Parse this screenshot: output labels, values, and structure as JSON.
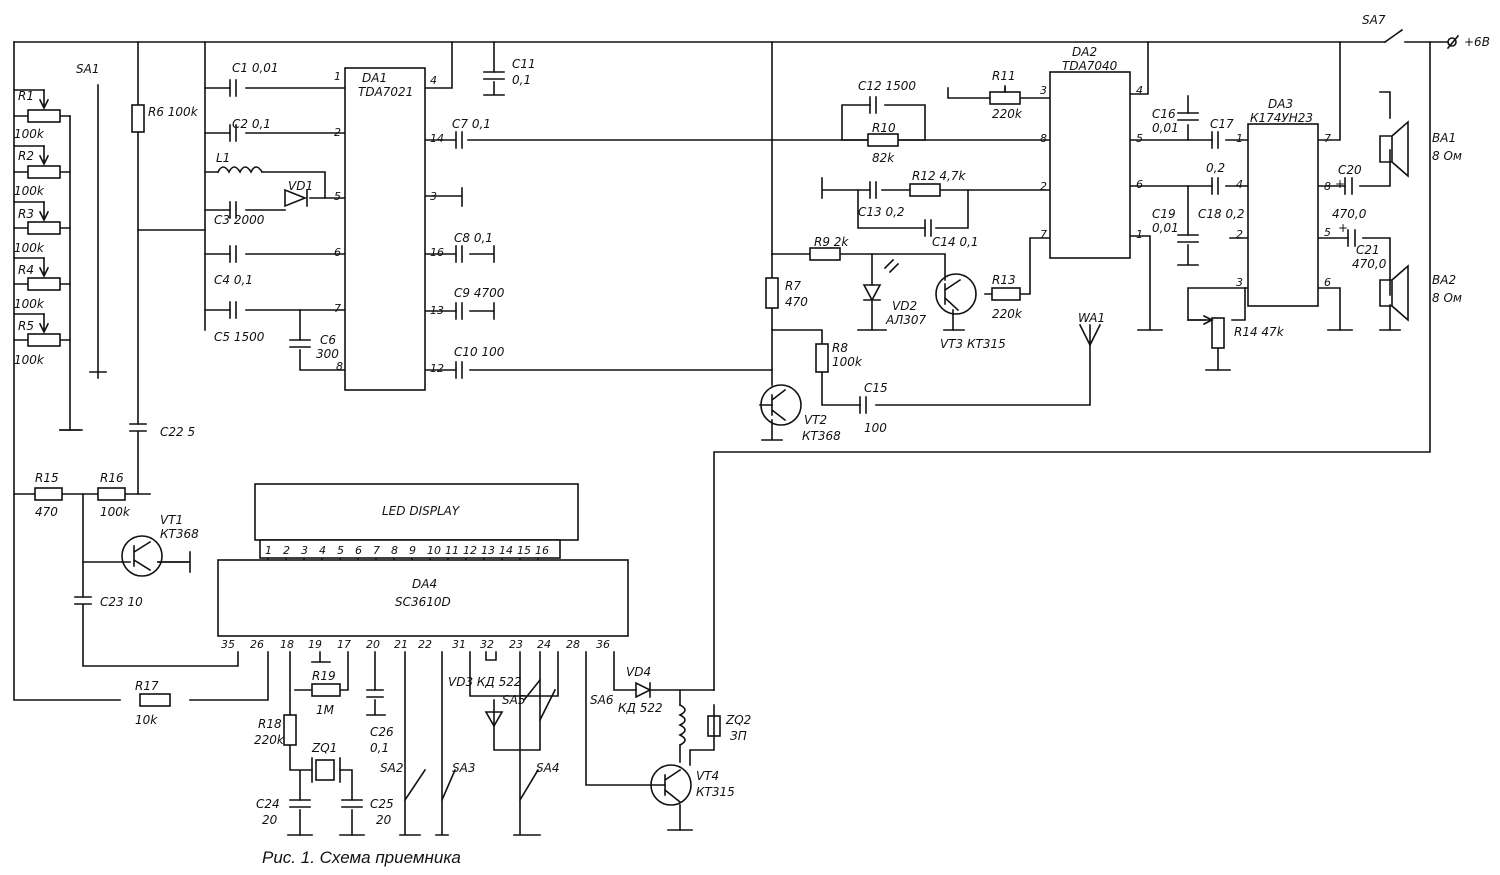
{
  "caption": "Рис. 1. Схема приемника",
  "power_label": "+6В",
  "components": {
    "SA1": "SA1",
    "SA2": "SA2",
    "SA3": "SA3",
    "SA4": "SA4",
    "SA5": "SA5",
    "SA6": "SA6",
    "SA7": "SA7",
    "R1": "R1",
    "R1v": "100k",
    "R2": "R2",
    "R2v": "100k",
    "R3": "R3",
    "R3v": "100k",
    "R4": "R4",
    "R4v": "100k",
    "R5": "R5",
    "R5v": "100k",
    "R6": "R6 100k",
    "R7": "R7",
    "R7v": "470",
    "R8": "R8",
    "R8v": "100k",
    "R9": "R9 2k",
    "R10": "R10",
    "R10v": "82k",
    "R11": "R11",
    "R11v": "220k",
    "R12": "R12 4,7k",
    "R13": "R13",
    "R13v": "220k",
    "R14": "R14 47k",
    "R15": "R15",
    "R15v": "470",
    "R16": "R16",
    "R16v": "100k",
    "R17": "R17",
    "R17v": "10k",
    "R18": "R18",
    "R18v": "220k",
    "R19": "R19",
    "R19v": "1M",
    "C1": "C1 0,01",
    "C2": "C2 0,1",
    "C3": "C3 2000",
    "C4": "C4 0,1",
    "C5": "C5 1500",
    "C6": "C6",
    "C6v": "300",
    "C7": "C7 0,1",
    "C8": "C8 0,1",
    "C9": "C9 4700",
    "C10": "C10 100",
    "C11": "C11",
    "C11v": "0,1",
    "C12": "C12 1500",
    "C13": "C13 0,2",
    "C14": "C14 0,1",
    "C15": "C15",
    "C15v": "100",
    "C16": "C16",
    "C16v": "0,01",
    "C17": "C17",
    "C17v": "0,2",
    "C18": "C18 0,2",
    "C19": "C19",
    "C19v": "0,01",
    "C20": "C20",
    "C20v": "470,0",
    "C21": "C21",
    "C21v": "470,0",
    "C22": "C22 5",
    "C23": "C23 10",
    "C24": "C24",
    "C24v": "20",
    "C25": "C25",
    "C25v": "20",
    "C26": "C26",
    "C26v": "0,1",
    "L1": "L1",
    "VD1": "VD1",
    "VD2": "VD2",
    "VD2v": "АЛ307",
    "VD3": "VD3 КД 522",
    "VD4": "VD4",
    "VD4v": "КД 522",
    "VT1": "VT1",
    "VT1v": "КТ368",
    "VT2": "VT2",
    "VT2v": "КТ368",
    "VT3": "VT3 КТ315",
    "VT4": "VT4",
    "VT4v": "КТ315",
    "WA1": "WA1",
    "BA1": "BA1",
    "BA1v": "8 Ом",
    "BA2": "BA2",
    "BA2v": "8 Ом",
    "ZQ1": "ZQ1",
    "ZQ2": "ZQ2",
    "ZQ2v": "ЗП"
  },
  "ics": {
    "DA1": {
      "ref": "DA1",
      "part": "TDA7021"
    },
    "DA2": {
      "ref": "DA2",
      "part": "TDA7040"
    },
    "DA3": {
      "ref": "DA3",
      "part": "К174УН23"
    },
    "DA4": {
      "ref": "DA4",
      "part": "SC3610D"
    },
    "LCD": {
      "label": "LED DISPLAY"
    }
  },
  "pins": {
    "DA1": [
      "1",
      "2",
      "14",
      "5",
      "3",
      "6",
      "16",
      "7",
      "13",
      "8",
      "12",
      "4"
    ],
    "DA2": [
      "3",
      "4",
      "8",
      "5",
      "2",
      "6",
      "7",
      "1"
    ],
    "DA3": [
      "1",
      "7",
      "4",
      "8",
      "2",
      "5",
      "3",
      "6"
    ],
    "DA4": [
      "35",
      "26",
      "18",
      "19",
      "17",
      "20",
      "21",
      "22",
      "31",
      "32",
      "23",
      "24",
      "28",
      "36"
    ],
    "LCD": [
      "1",
      "2",
      "3",
      "4",
      "5",
      "6",
      "7",
      "8",
      "9",
      "10",
      "11",
      "12",
      "13",
      "14",
      "15",
      "16"
    ]
  },
  "marks": {
    "plus": "+"
  }
}
